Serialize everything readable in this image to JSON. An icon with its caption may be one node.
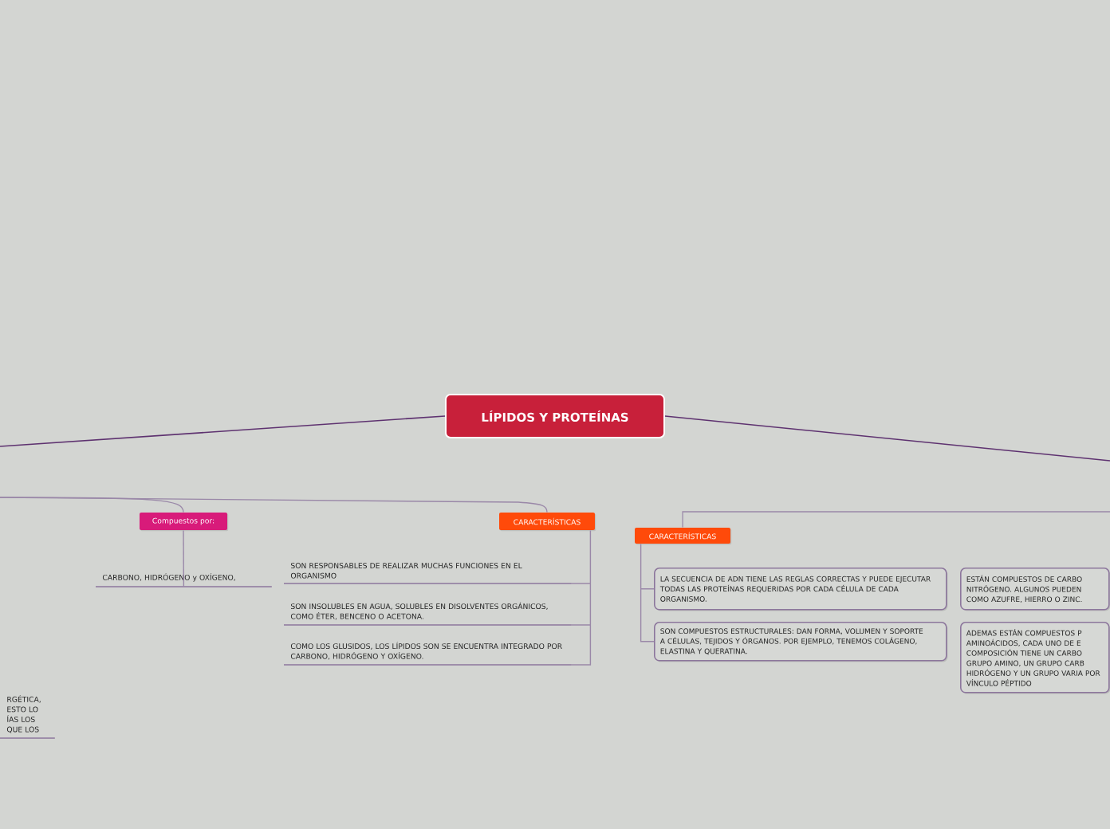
{
  "diagram": {
    "nodes": [
      {
        "text": [
          "LÍPIDOS Y PROTEÍNAS"
        ]
      },
      {
        "text": [
          "Compuestos por:"
        ]
      },
      {
        "text": [
          "CARBONO, HIDRÓGENO y OXÍGENO,"
        ]
      },
      {
        "text": [
          "CARACTERÍSTICAS"
        ]
      },
      {
        "text": [
          "SON RESPONSABLES DE REALIZAR MUCHAS FUNCIONES EN EL ORGANISMO"
        ]
      },
      {
        "text": [
          "SON INSOLUBLES EN AGUA, SOLUBLES EN DISOLVENTES ORGÁNICOS, COMO ÉTER, BENCENO O ACETONA."
        ]
      },
      {
        "text": [
          "COMO LOS GLUSIDOS, LOS LÍPIDOS SON SE ENCUENTRA INTEGRADO POR CARBONO, HIDRÓGENO Y OXÍGENO."
        ]
      },
      {
        "text": [
          "RGÉTICA, ESTO LO ÍAS LOS QUE LOS"
        ]
      },
      {
        "text": [
          "CARACTERÍSTICAS"
        ]
      },
      {
        "text": [
          "LA SECUENCIA DE ADN TIENE LAS REGLAS CORRECTAS Y PUEDE EJECUTAR TODAS LAS PROTEÍNAS REQUERIDAS POR CADA CÉLULA DE CADA ORGANISMO."
        ]
      },
      {
        "text": [
          "SON COMPUESTOS ESTRUCTURALES: DAN FORMA, VOLUMEN Y SOPORTE A CÉLULAS, TEJIDOS Y ÓRGANOS. POR EJEMPLO, TENEMOS COLÁGENO, ELASTINA Y QUERATINA."
        ]
      },
      {
        "text": [
          "ESTÁN COMPUESTOS DE CARBO NITRÓGENO. ALGUNOS PUEDEN COMO AZUFRE, HIERRO O ZINC."
        ]
      },
      {
        "text": [
          "ADEMAS ESTÁN COMPUESTOS P AMINOÁCIDOS, CADA UNO DE E COMPOSICIÓN TIENE UN CARBO GRUPO AMINO, UN GRUPO CARB HIDRÓGENO Y UN GRUPO VARIA POR VÍNCULO PÉPTIDO"
        ]
      }
    ],
    "edges": [
      {
        "from": 0,
        "to": null,
        "arrow": "none",
        "color": "#5e3270"
      },
      {
        "from": 0,
        "to": null,
        "arrow": "none",
        "color": "#5e3270"
      },
      {
        "from": null,
        "to": 1,
        "arrow": "none"
      },
      {
        "from": null,
        "to": 3,
        "arrow": "none"
      },
      {
        "from": 1,
        "to": 2,
        "arrow": "none"
      },
      {
        "from": 3,
        "to": 4,
        "arrow": "none"
      },
      {
        "from": 3,
        "to": 5,
        "arrow": "none"
      },
      {
        "from": 3,
        "to": 6,
        "arrow": "none"
      },
      {
        "from": null,
        "to": 8,
        "arrow": "none"
      },
      {
        "from": 8,
        "to": 9,
        "arrow": "none"
      },
      {
        "from": 8,
        "to": 10,
        "arrow": "none"
      }
    ]
  }
}
